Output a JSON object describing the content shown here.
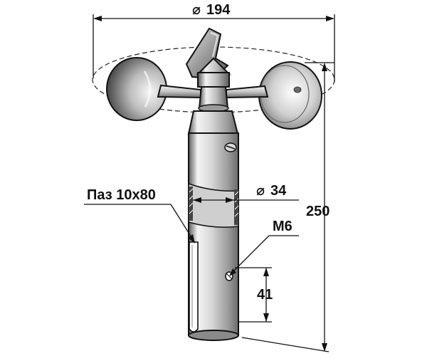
{
  "drawing": {
    "diameter_overall": "194",
    "height_overall": "250",
    "slot_label": "Паз 10x80",
    "shaft_diameter": "34",
    "thread_label": "М6",
    "thread_offset": "41"
  },
  "symbols": {
    "diameter": "⌀"
  },
  "colors": {
    "background": "#ffffff",
    "line": "#111111",
    "metal_light": "#f0f0f0",
    "metal_mid": "#b8b8b8",
    "metal_dark": "#4a4a4a"
  },
  "icons": {
    "diameter_symbol": "diameter-icon"
  }
}
